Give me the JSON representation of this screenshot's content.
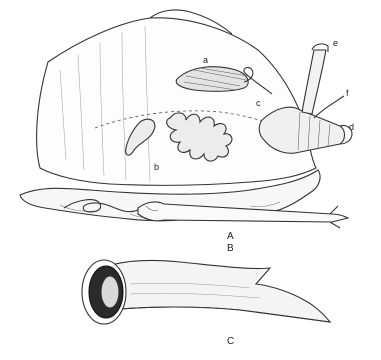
{
  "figure": {
    "panels": [
      {
        "id": "A",
        "caption": "A"
      },
      {
        "id": "B",
        "caption": "B"
      },
      {
        "id": "C",
        "caption": "C"
      }
    ],
    "part_labels": {
      "a": "a",
      "b": "b",
      "c": "c",
      "d": "d",
      "e": "e",
      "f": "f"
    }
  }
}
